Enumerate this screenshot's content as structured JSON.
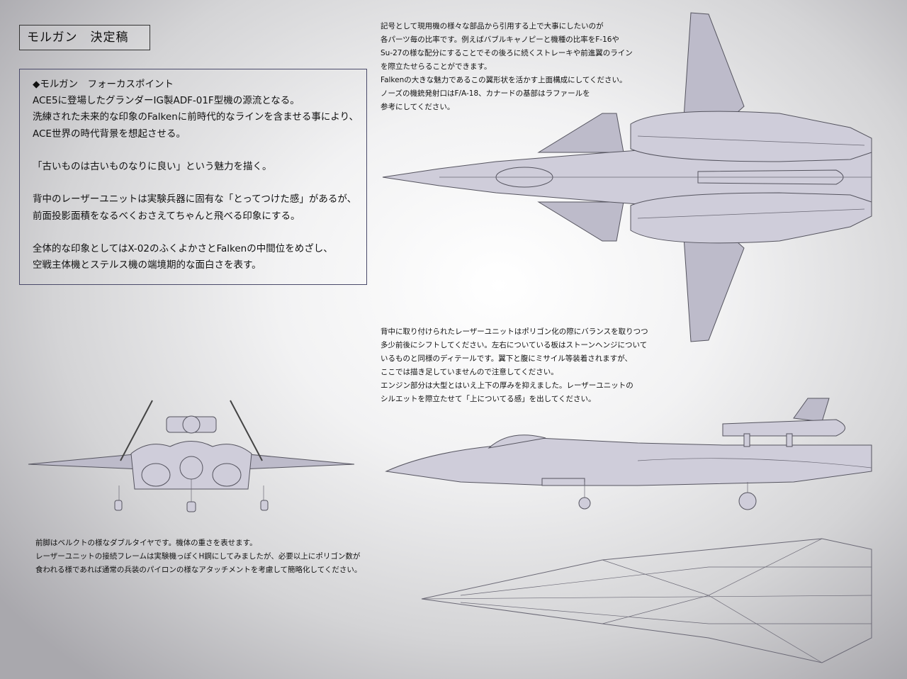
{
  "title": "モルガン　決定稿",
  "focus": {
    "lines": [
      "◆モルガン　フォーカスポイント",
      "ACE5に登場したグランダーIG製ADF-01F型機の源流となる。",
      "洗練された未来的な印象のFalkenに前時代的なラインを含ませる事により、",
      "ACE世界の時代背景を想起させる。",
      "",
      "「古いものは古いものなりに良い」という魅力を描く。",
      "",
      "背中のレーザーユニットは実験兵器に固有な「とってつけた感」があるが、",
      "前面投影面積をなるべくおさえてちゃんと飛べる印象にする。",
      "",
      "全体的な印象としてはX-02のふくよかさとFalkenの中間位をめざし、",
      "空戦主体機とステルス機の端境期的な面白さを表す。"
    ]
  },
  "top_note": [
    "記号として現用機の様々な部品から引用する上で大事にしたいのが",
    "各パーツ毎の比率です。例えばバブルキャノピーと機種の比率をF-16や",
    "Su-27の様な配分にすることでその後ろに続くストレーキや前進翼のライン",
    "を際立たせらることができます。",
    "Falkenの大きな魅力であるこの翼形状を活かす上面構成にしてください。",
    "ノーズの機銃発射口はF/A-18、カナードの基部はラファールを",
    "参考にしてください。"
  ],
  "side_note": [
    "背中に取り付けられたレーザーユニットはポリゴン化の際にバランスを取りつつ",
    "多少前後にシフトしてください。左右についている板はストーンヘンジについて",
    "いるものと同様のディテールです。翼下と腹にミサイル等装着されますが、",
    "ここでは描き足していませんので注意してください。",
    "エンジン部分は大型とはいえ上下の厚みを抑えました。レーザーユニットの",
    "シルエットを際立たせて「上についてる感」を出してください。"
  ],
  "front_note": [
    "前脚はベルクトの様なダブルタイヤです。機体の重さを表せます。",
    "レーザーユニットの接続フレームは実験機っぽくH鋼にしてみましたが、必要以上にポリゴン数が",
    "食われる様であれば通常の兵装のパイロンの様なアタッチメントを考慮して簡略化してください。"
  ]
}
